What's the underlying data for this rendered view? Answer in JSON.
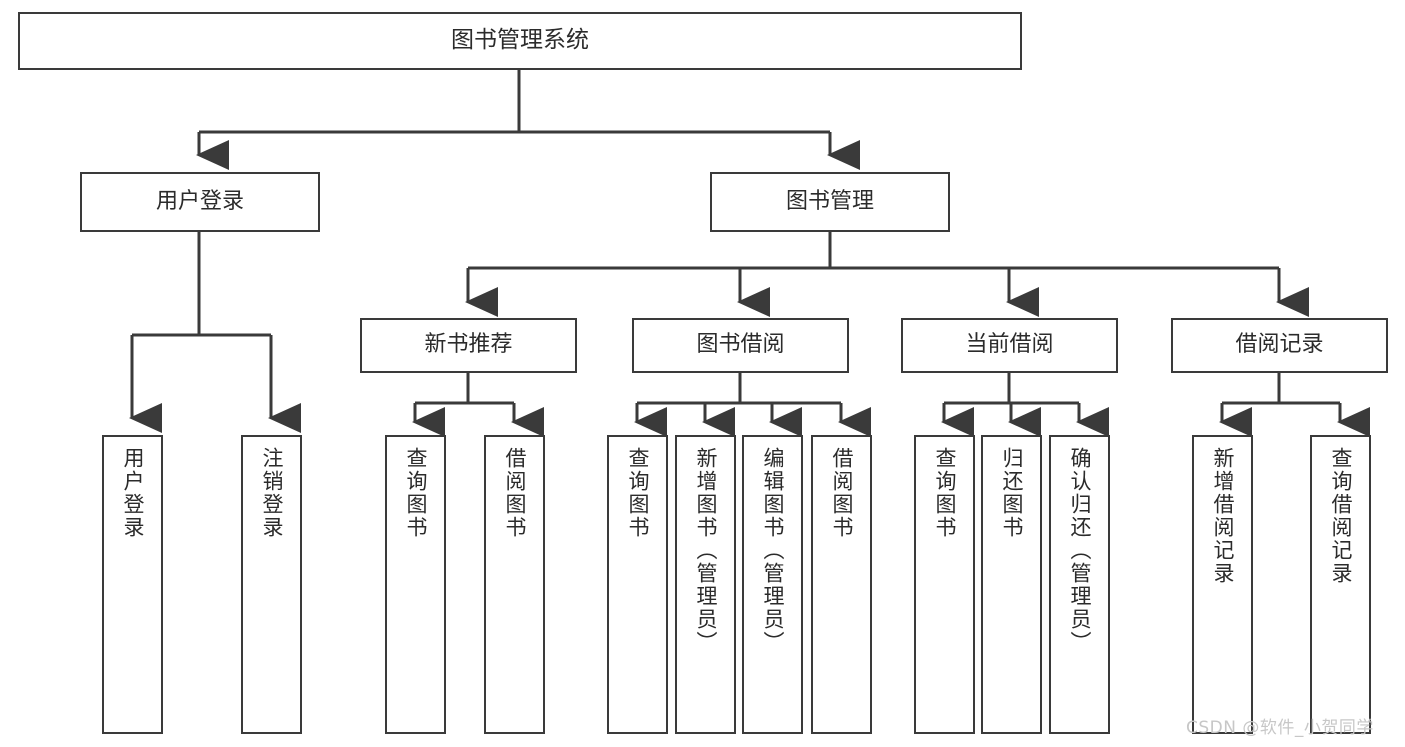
{
  "diagram": {
    "title": "图书管理系统",
    "type": "tree-hierarchy",
    "root": {
      "id": "root",
      "label": "图书管理系统"
    },
    "level2": [
      {
        "id": "user-login",
        "label": "用户登录"
      },
      {
        "id": "book-manage",
        "label": "图书管理"
      }
    ],
    "level3": [
      {
        "id": "new-book-rec",
        "label": "新书推荐"
      },
      {
        "id": "book-borrow",
        "label": "图书借阅"
      },
      {
        "id": "current-borrow",
        "label": "当前借阅"
      },
      {
        "id": "borrow-record",
        "label": "借阅记录"
      }
    ],
    "leaves": {
      "user_login": [
        {
          "id": "leaf-user-login",
          "label": "用户登录"
        },
        {
          "id": "leaf-user-logout",
          "label": "注销登录"
        }
      ],
      "new_book_rec": [
        {
          "id": "leaf-query-book-1",
          "label": "查询图书"
        },
        {
          "id": "leaf-borrow-book-1",
          "label": "借阅图书"
        }
      ],
      "book_borrow": [
        {
          "id": "leaf-query-book-2",
          "label": "查询图书"
        },
        {
          "id": "leaf-add-book",
          "label": "新增图书（管理员）"
        },
        {
          "id": "leaf-edit-book",
          "label": "编辑图书（管理员）"
        },
        {
          "id": "leaf-borrow-book-2",
          "label": "借阅图书"
        }
      ],
      "current_borrow": [
        {
          "id": "leaf-query-book-3",
          "label": "查询图书"
        },
        {
          "id": "leaf-return-book",
          "label": "归还图书"
        },
        {
          "id": "leaf-confirm-return",
          "label": "确认归还（管理员）"
        }
      ],
      "borrow_record": [
        {
          "id": "leaf-add-record",
          "label": "新增借阅记录"
        },
        {
          "id": "leaf-query-record",
          "label": "查询借阅记录"
        }
      ]
    },
    "colors": {
      "stroke": "#3a3a3a",
      "fill": "#ffffff",
      "text": "#2b2b2b",
      "watermark": "#c7c7c7"
    }
  },
  "watermark": {
    "text": "CSDN @软件_小贺同学"
  }
}
